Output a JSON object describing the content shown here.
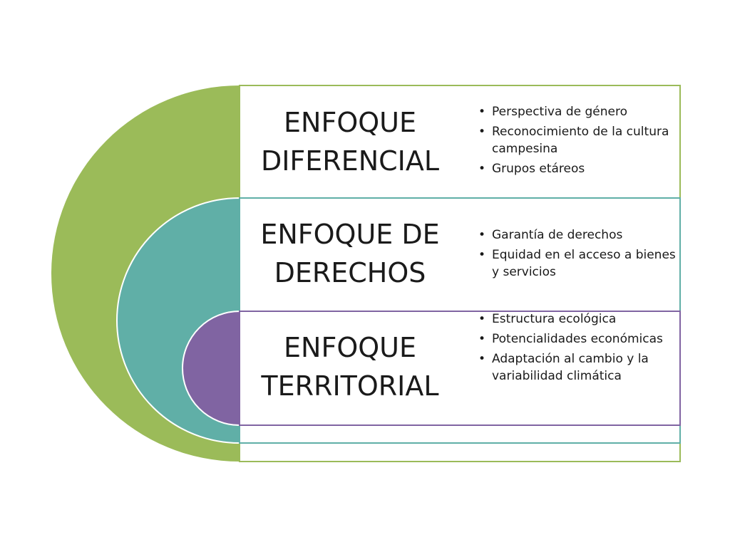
{
  "colors": {
    "green": "#9BBB59",
    "teal": "#60AFA7",
    "purple": "#8064A2"
  },
  "sections": [
    {
      "title": "ENFOQUE\nDIFERENCIAL",
      "color": "#9BBB59",
      "items": [
        "Perspectiva de género",
        "Reconocimiento de la cultura campesina",
        "Grupos etáreos"
      ]
    },
    {
      "title": "ENFOQUE DE\nDERECHOS",
      "color": "#60AFA7",
      "items": [
        "Garantía de derechos",
        "Equidad en el acceso a bienes y servicios"
      ]
    },
    {
      "title": "ENFOQUE\nTERRITORIAL",
      "color": "#8064A2",
      "items": [
        "Estructura ecológica",
        "Potencialidades económicas",
        "Adaptación al cambio y la variabilidad climática"
      ]
    }
  ]
}
